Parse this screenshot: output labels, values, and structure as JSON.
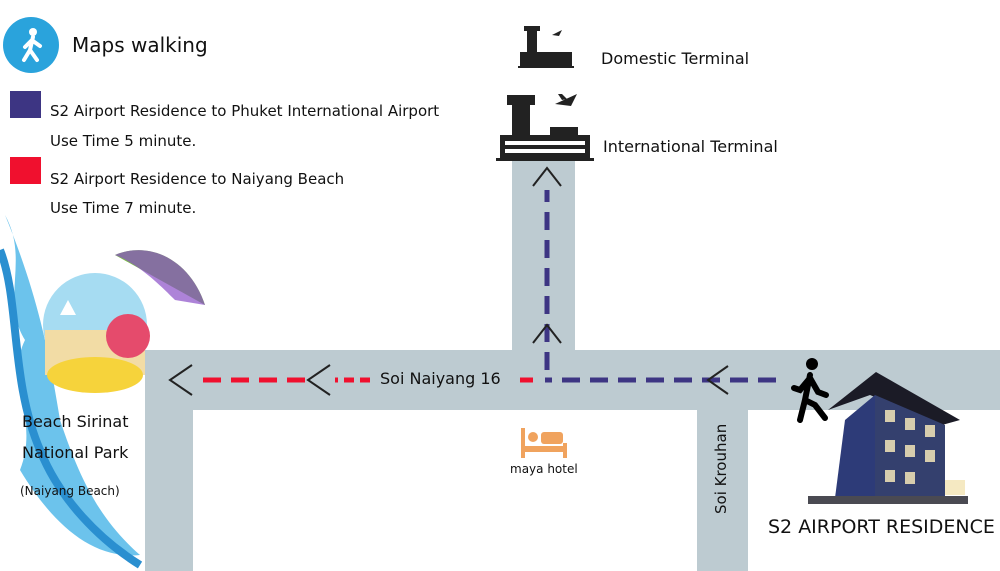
{
  "title": "Maps walking",
  "legend": [
    {
      "color": "#3d3583",
      "route": "S2 Airport Residence to Phuket International Airport",
      "time": "Use Time  5 minute."
    },
    {
      "color": "#f0102e",
      "route": "S2 Airport Residence to Naiyang Beach",
      "time": "Use Time  7 minute."
    }
  ],
  "places": {
    "domestic": "Domestic Terminal",
    "international": "International Terminal",
    "beach_line1": "Beach Sirinat",
    "beach_line2": "National Park",
    "beach_line3": "(Naiyang Beach)",
    "hotel": "maya hotel",
    "residence": "S2 AIRPORT RESIDENCE"
  },
  "roads": {
    "main": "Soi Naiyang 16",
    "side": "Soi Krouhan"
  },
  "colors": {
    "road": "#bdcbd1",
    "accent": "#2aa3dc",
    "hotel": "#f0a35e"
  }
}
